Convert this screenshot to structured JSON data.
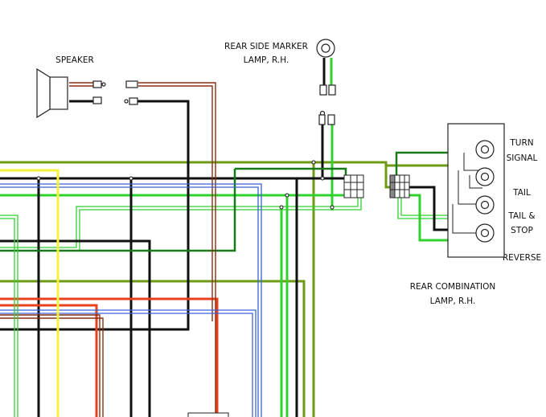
{
  "labels": {
    "speaker": "SPEAKER",
    "marker_line1": "REAR SIDE MARKER",
    "marker_line2": "LAMP, R.H.",
    "turn_line1": "TURN",
    "turn_line2": "SIGNAL",
    "tail": "TAIL",
    "tail_stop_line1": "TAIL &",
    "tail_stop_line2": "STOP",
    "reverse": "REVERSE",
    "combo_line1": "REAR COMBINATION",
    "combo_line2": "LAMP, R.H."
  },
  "colors": {
    "black": "#111111",
    "red": "#e8401c",
    "brown": "#8a2e12",
    "green": "#2fd12f",
    "olive": "#6e9a16",
    "blue": "#3a62d6",
    "yellow": "#f4f23a",
    "white": "#ffffff",
    "outline": "#222222"
  }
}
